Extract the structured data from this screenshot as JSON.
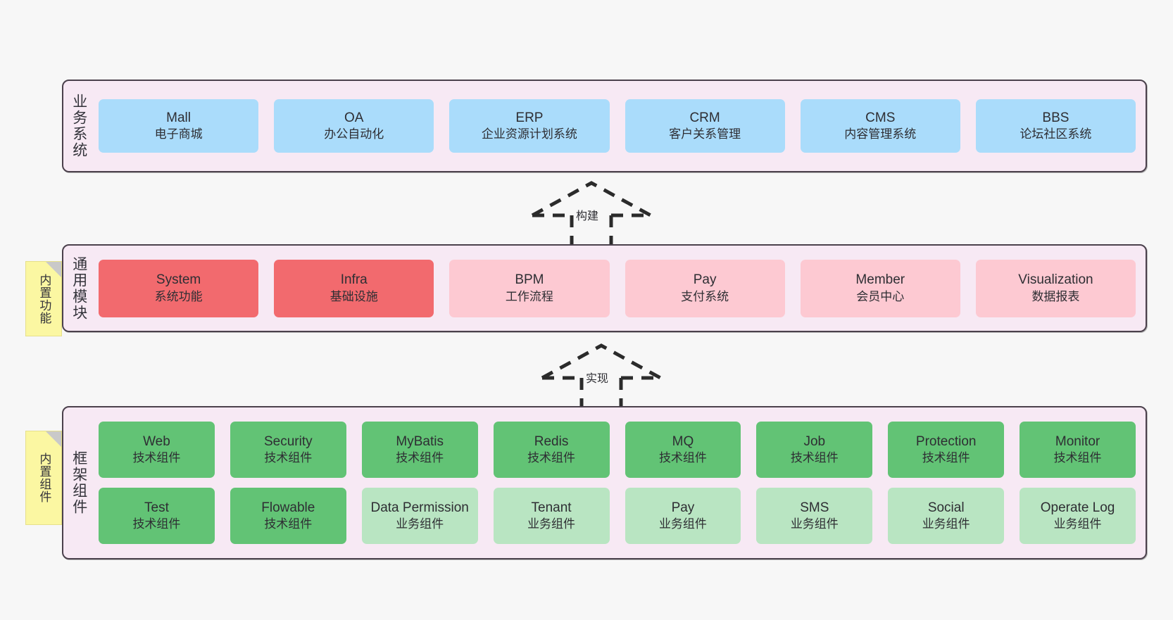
{
  "canvas": {
    "background": "#f7f7f7"
  },
  "palette": {
    "panel_bg": "#f7e9f4",
    "panel_border": "#4b414c",
    "blue": "#aadcfb",
    "red": "#f26a6e",
    "pink": "#fdc9d2",
    "green": "#62c375",
    "light_green": "#b9e5c2",
    "sticky_yellow": "#fbf7a2",
    "fold_gray": "#c9c9c9"
  },
  "layers": [
    {
      "id": "business-system",
      "label": "业务系统",
      "rows": [
        {
          "cards": [
            {
              "name": "mall",
              "title": "Mall",
              "subtitle": "电子商城",
              "color": "blue"
            },
            {
              "name": "oa",
              "title": "OA",
              "subtitle": "办公自动化",
              "color": "blue"
            },
            {
              "name": "erp",
              "title": "ERP",
              "subtitle": "企业资源计划系统",
              "color": "blue"
            },
            {
              "name": "crm",
              "title": "CRM",
              "subtitle": "客户关系管理",
              "color": "blue"
            },
            {
              "name": "cms",
              "title": "CMS",
              "subtitle": "内容管理系统",
              "color": "blue"
            },
            {
              "name": "bbs",
              "title": "BBS",
              "subtitle": "论坛社区系统",
              "color": "blue"
            }
          ]
        }
      ]
    },
    {
      "id": "common-module",
      "label": "通用模块",
      "sticky": "内置功能",
      "rows": [
        {
          "cards": [
            {
              "name": "system",
              "title": "System",
              "subtitle": "系统功能",
              "color": "red"
            },
            {
              "name": "infra",
              "title": "Infra",
              "subtitle": "基础设施",
              "color": "red"
            },
            {
              "name": "bpm",
              "title": "BPM",
              "subtitle": "工作流程",
              "color": "pink"
            },
            {
              "name": "pay",
              "title": "Pay",
              "subtitle": "支付系统",
              "color": "pink"
            },
            {
              "name": "member",
              "title": "Member",
              "subtitle": "会员中心",
              "color": "pink"
            },
            {
              "name": "visualization",
              "title": "Visualization",
              "subtitle": "数据报表",
              "color": "pink"
            }
          ]
        }
      ]
    },
    {
      "id": "framework-component",
      "label": "框架组件",
      "sticky": "内置组件",
      "rows": [
        {
          "cards": [
            {
              "name": "web",
              "title": "Web",
              "subtitle": "技术组件",
              "color": "green"
            },
            {
              "name": "security",
              "title": "Security",
              "subtitle": "技术组件",
              "color": "green"
            },
            {
              "name": "mybatis",
              "title": "MyBatis",
              "subtitle": "技术组件",
              "color": "green"
            },
            {
              "name": "redis",
              "title": "Redis",
              "subtitle": "技术组件",
              "color": "green"
            },
            {
              "name": "mq",
              "title": "MQ",
              "subtitle": "技术组件",
              "color": "green"
            },
            {
              "name": "job",
              "title": "Job",
              "subtitle": "技术组件",
              "color": "green"
            },
            {
              "name": "protection",
              "title": "Protection",
              "subtitle": "技术组件",
              "color": "green"
            },
            {
              "name": "monitor",
              "title": "Monitor",
              "subtitle": "技术组件",
              "color": "green"
            }
          ]
        },
        {
          "cards": [
            {
              "name": "test",
              "title": "Test",
              "subtitle": "技术组件",
              "color": "green"
            },
            {
              "name": "flowable",
              "title": "Flowable",
              "subtitle": "技术组件",
              "color": "green"
            },
            {
              "name": "data-permission",
              "title": "Data Permission",
              "subtitle": "业务组件",
              "color": "light_green"
            },
            {
              "name": "tenant",
              "title": "Tenant",
              "subtitle": "业务组件",
              "color": "light_green"
            },
            {
              "name": "pay",
              "title": "Pay",
              "subtitle": "业务组件",
              "color": "light_green"
            },
            {
              "name": "sms",
              "title": "SMS",
              "subtitle": "业务组件",
              "color": "light_green"
            },
            {
              "name": "social",
              "title": "Social",
              "subtitle": "业务组件",
              "color": "light_green"
            },
            {
              "name": "operate-log",
              "title": "Operate Log",
              "subtitle": "业务组件",
              "color": "light_green"
            }
          ]
        }
      ]
    }
  ],
  "arrows": [
    {
      "id": "build",
      "label": "构建",
      "style": "dashed-generalization",
      "direction": "up"
    },
    {
      "id": "implement",
      "label": "实现",
      "style": "dashed-generalization",
      "direction": "up"
    }
  ]
}
